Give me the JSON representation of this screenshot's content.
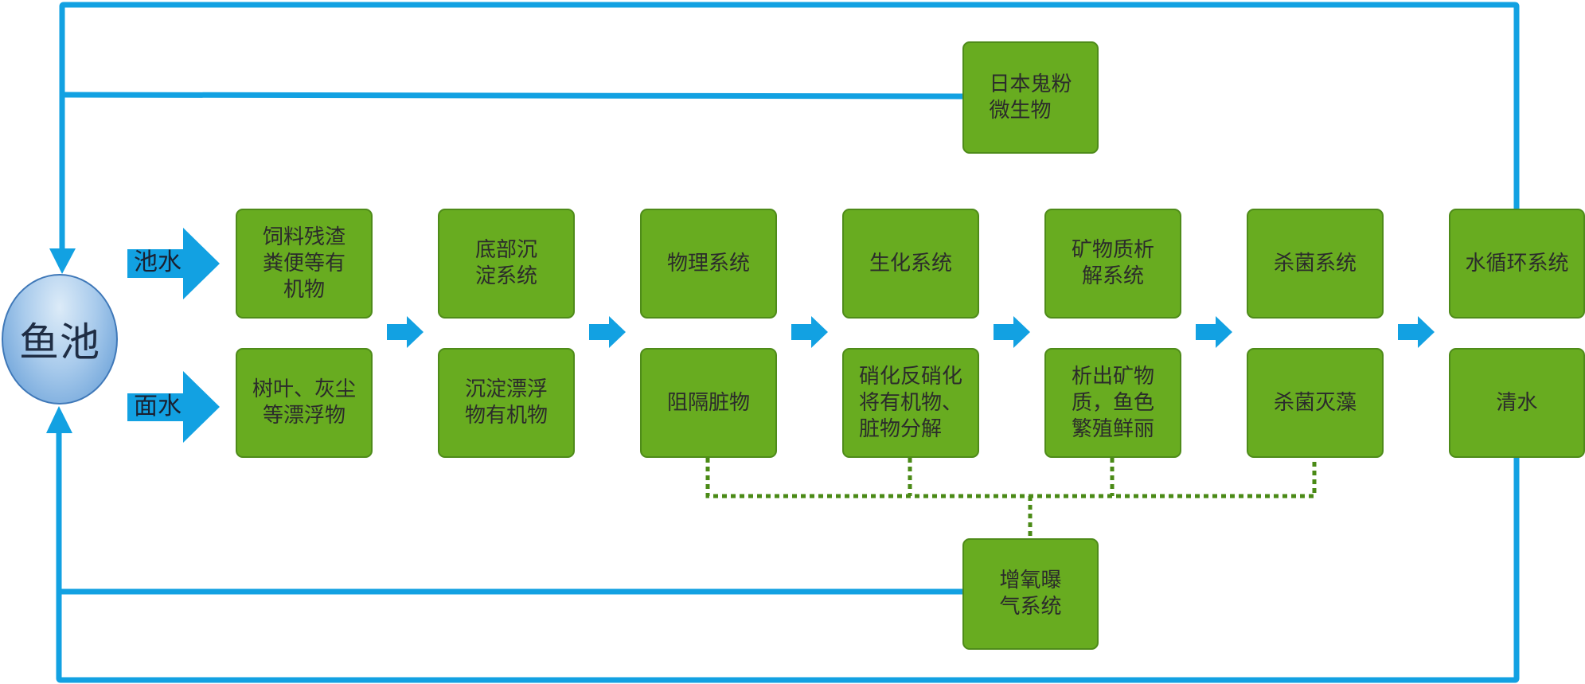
{
  "pond": {
    "label": "鱼池"
  },
  "inputs": {
    "top_label": "池水",
    "bottom_label": "面水"
  },
  "colors": {
    "box_fill": "#68ac20",
    "box_border": "#4e8b19",
    "flow_line": "#12a1e2",
    "dotted_line": "#4a8a16",
    "pond_fill": "#7fb3e3"
  },
  "columns": [
    {
      "top": "饲料残渣\n粪便等有\n机物",
      "bottom": "树叶、灰尘\n等漂浮物"
    },
    {
      "top": "底部沉\n淀系统",
      "bottom": "沉淀漂浮\n物有机物"
    },
    {
      "top": "物理系统",
      "bottom": "阻隔脏物"
    },
    {
      "top": "生化系统",
      "bottom": "硝化反硝化\n将有机物、\n脏物分解"
    },
    {
      "top": "矿物质析\n解系统",
      "bottom": "析出矿物\n质，鱼色\n繁殖鲜丽"
    },
    {
      "top": "杀菌系统",
      "bottom": "杀菌灭藻"
    },
    {
      "top": "水循环系统",
      "bottom": "清水"
    }
  ],
  "microbe_box": {
    "label": "日本鬼粉\n微生物"
  },
  "aeration_box": {
    "label": "增氧曝\n气系统"
  }
}
